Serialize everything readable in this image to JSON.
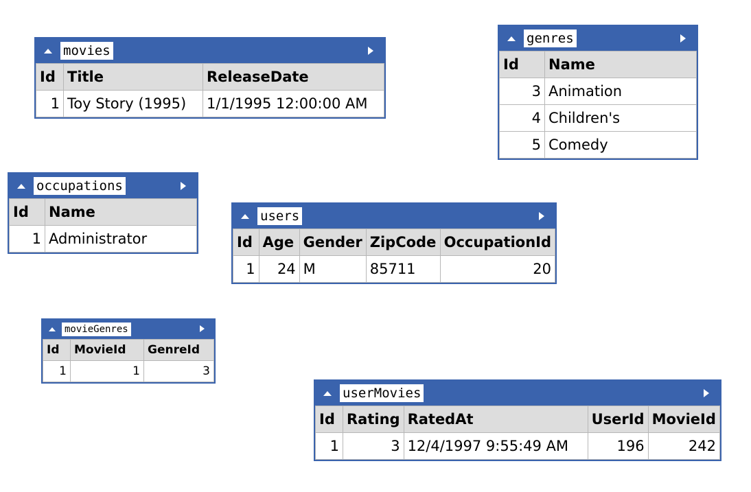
{
  "tables": {
    "movies": {
      "name": "movies",
      "columns": [
        "Id",
        "Title",
        "ReleaseDate"
      ],
      "rows": [
        [
          "1",
          "Toy Story (1995)",
          "1/1/1995 12:00:00 AM"
        ]
      ]
    },
    "genres": {
      "name": "genres",
      "columns": [
        "Id",
        "Name"
      ],
      "rows": [
        [
          "3",
          "Animation"
        ],
        [
          "4",
          "Children's"
        ],
        [
          "5",
          "Comedy"
        ]
      ]
    },
    "occupations": {
      "name": "occupations",
      "columns": [
        "Id",
        "Name"
      ],
      "rows": [
        [
          "1",
          "Administrator"
        ]
      ]
    },
    "users": {
      "name": "users",
      "columns": [
        "Id",
        "Age",
        "Gender",
        "ZipCode",
        "OccupationId"
      ],
      "rows": [
        [
          "1",
          "24",
          "M",
          "85711",
          "20"
        ]
      ]
    },
    "movieGenres": {
      "name": "movieGenres",
      "columns": [
        "Id",
        "MovieId",
        "GenreId"
      ],
      "rows": [
        [
          "1",
          "1",
          "3"
        ]
      ]
    },
    "userMovies": {
      "name": "userMovies",
      "columns": [
        "Id",
        "Rating",
        "RatedAt",
        "UserId",
        "MovieId"
      ],
      "rows": [
        [
          "1",
          "3",
          "12/4/1997 9:55:49 AM",
          "196",
          "242"
        ]
      ]
    }
  },
  "icons": {
    "collapse": "collapse-up-icon",
    "expand": "expand-right-icon"
  },
  "colors": {
    "header": "#3a63ad",
    "column_header": "#dddddd",
    "border": "#b7b7b7"
  }
}
